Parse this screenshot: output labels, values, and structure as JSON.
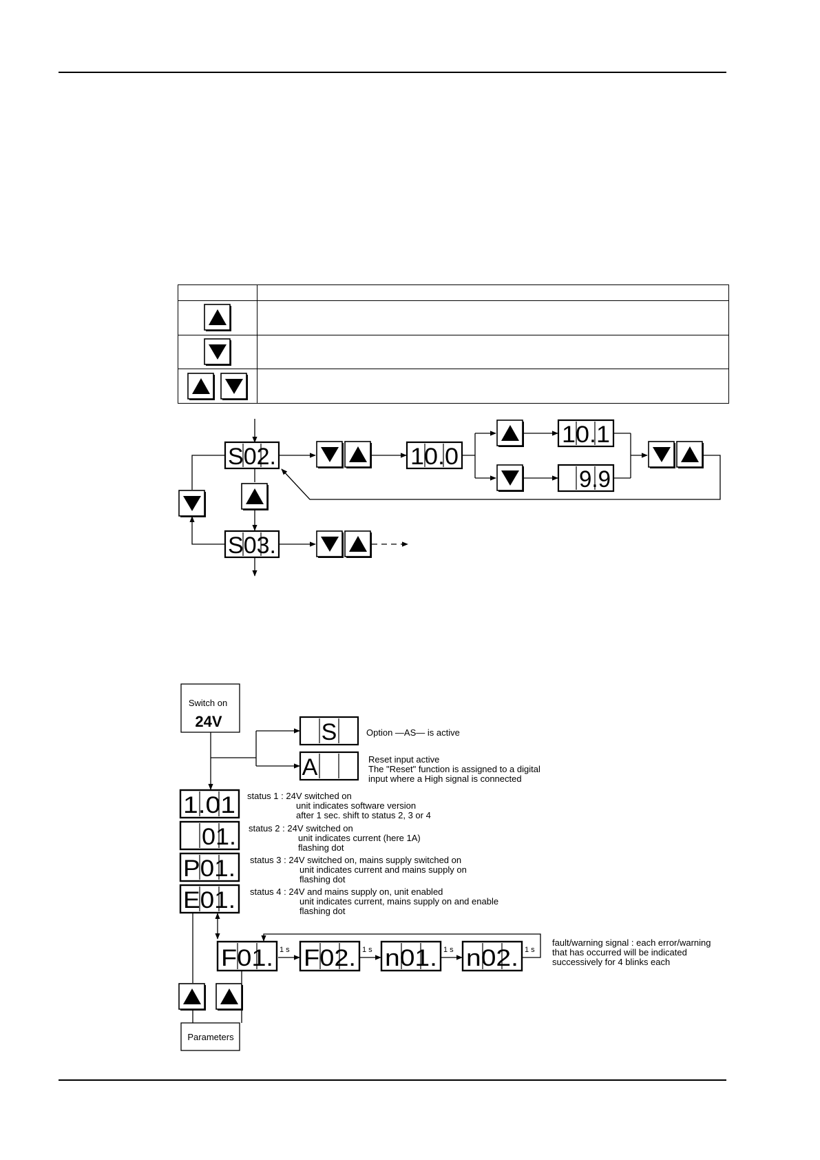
{
  "table": {
    "columns": [
      "",
      ""
    ],
    "rows": [
      {
        "keys": [
          "up-arrow-key"
        ],
        "description": ""
      },
      {
        "keys": [
          "down-arrow-key"
        ],
        "description": ""
      },
      {
        "keys": [
          "up-arrow-key",
          "down-arrow-key"
        ],
        "description": ""
      }
    ]
  },
  "menu_diagram": {
    "displays": {
      "s02": "S02.",
      "s03": "S03.",
      "val_100": "10.0",
      "val_101": "10.1",
      "val_99": "9.9"
    }
  },
  "status_diagram": {
    "switch_on_label": "Switch on",
    "switch_on_voltage": "24V",
    "displays": {
      "option_s": "S",
      "reset_a": "A",
      "status1": "1.01",
      "status2": "01.",
      "status3": "P01.",
      "status4": "E01.",
      "f01": "F01.",
      "f02": "F02.",
      "n01": "n01.",
      "n02": "n02."
    },
    "option_text": "Option —AS— is active",
    "reset_lines": [
      "Reset input active",
      "The \"Reset\" function is assigned to a digital",
      "input where a High signal is connected"
    ],
    "status1_lines": [
      "status 1 : 24V switched on",
      "unit indicates software version",
      "after 1 sec. shift to status 2, 3 or 4"
    ],
    "status2_lines": [
      "status 2 : 24V switched on",
      "unit indicates current (here 1A)",
      "flashing dot"
    ],
    "status3_lines": [
      "status 3 : 24V switched on, mains supply switched on",
      "unit indicates current and mains supply on",
      "flashing dot"
    ],
    "status4_lines": [
      "status 4 : 24V and mains supply on, unit enabled",
      "unit indicates current, mains supply on and enable",
      "flashing dot"
    ],
    "interval": "1 s",
    "fault_lines": [
      "fault/warning signal : each error/warning",
      "that has occurred will be indicated",
      "successively for 4 blinks each"
    ],
    "parameters_label": "Parameters"
  }
}
